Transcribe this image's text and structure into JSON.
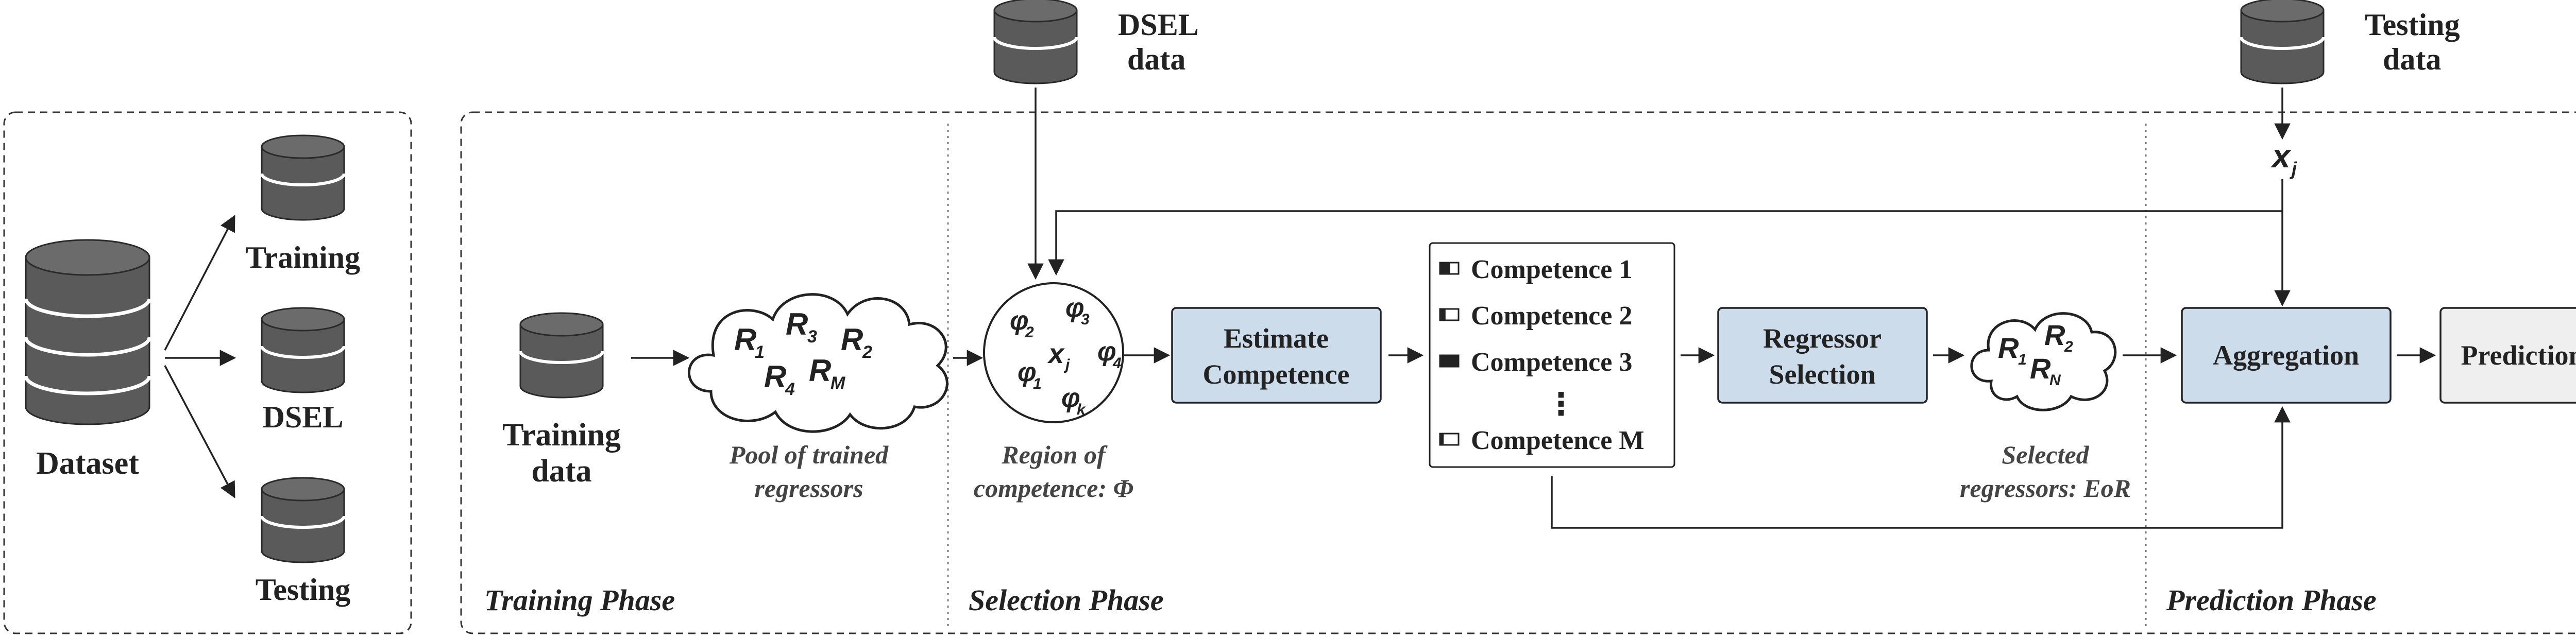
{
  "left_panel": {
    "dataset_label": "Dataset",
    "training_label": "Training",
    "dsel_label": "DSEL",
    "testing_label": "Testing"
  },
  "top": {
    "dsel_line1": "DSEL",
    "dsel_line2": "data",
    "testing_line1": "Testing",
    "testing_line2": "data",
    "xj": "x",
    "xj_sub": "j"
  },
  "training_phase": {
    "data_line1": "Training",
    "data_line2": "data",
    "pool": {
      "r1": "R",
      "r1_sub": "1",
      "r3": "R",
      "r3_sub": "3",
      "r2": "R",
      "r2_sub": "2",
      "r4": "R",
      "r4_sub": "4",
      "rm": "R",
      "rm_sub": "M"
    },
    "pool_caption_line1": "Pool of trained",
    "pool_caption_line2": "regressors",
    "phase_label": "Training Phase"
  },
  "selection_phase": {
    "region": {
      "phi2": "φ",
      "phi2_sub": "2",
      "phi3": "φ",
      "phi3_sub": "3",
      "x": "x",
      "x_sub": "j",
      "phi4": "φ",
      "phi4_sub": "4",
      "phi1": "φ",
      "phi1_sub": "1",
      "phik": "φ",
      "phik_sub": "k"
    },
    "region_caption_line1": "Region of",
    "region_caption_line2": "competence: Φ",
    "estimate_line1": "Estimate",
    "estimate_line2": "Competence",
    "competences": [
      "Competence 1",
      "Competence 2",
      "Competence 3",
      "Competence M"
    ],
    "competence_levels": [
      0.55,
      0.3,
      1.0,
      0.2
    ],
    "ellipsis": "⋮",
    "regsel_line1": "Regressor",
    "regsel_line2": "Selection",
    "selected": {
      "r1": "R",
      "r1_sub": "1",
      "r2": "R",
      "r2_sub": "2",
      "rn": "R",
      "rn_sub": "N"
    },
    "selected_caption_line1": "Selected",
    "selected_caption_line2": "regressors: EoR",
    "phase_label": "Selection Phase"
  },
  "prediction_phase": {
    "aggregation": "Aggregation",
    "prediction": "Prediction",
    "phase_label": "Prediction Phase"
  },
  "colors": {
    "db_fill": "#5a5a5a",
    "blue_box": "#cddcea",
    "gray_box": "#efefef",
    "stroke": "#222222"
  }
}
